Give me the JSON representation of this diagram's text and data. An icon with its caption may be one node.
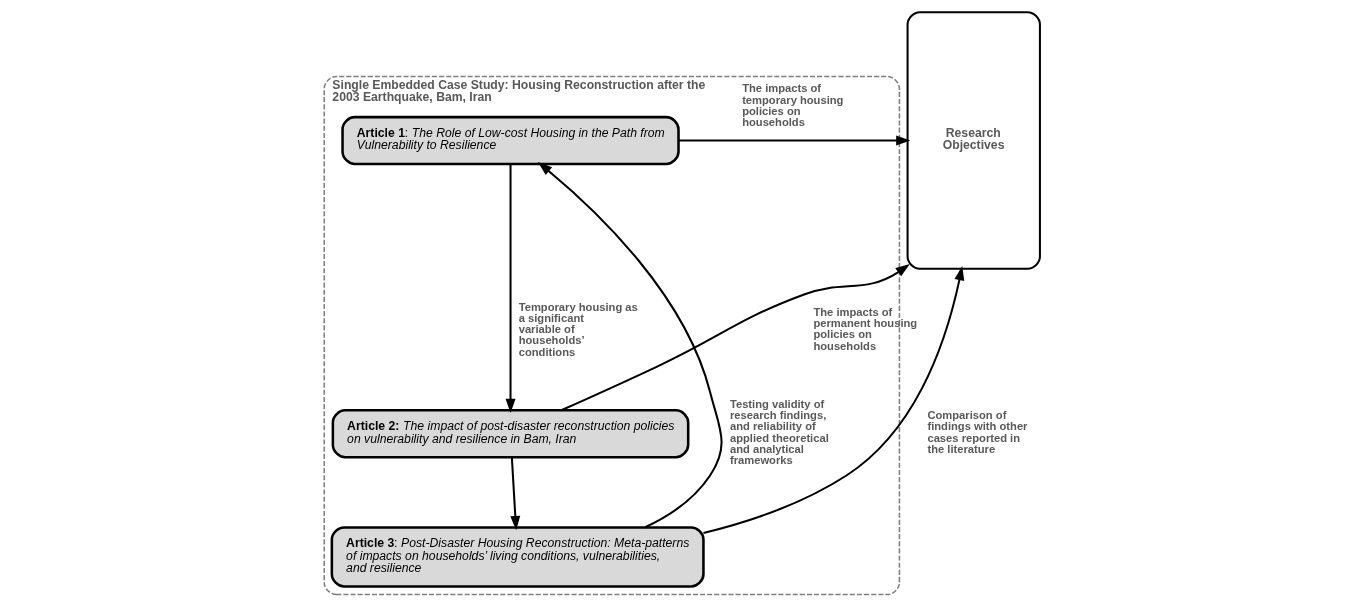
{
  "diagram": {
    "nodes": [
      {
        "text": [
          "Single Embedded Case Study: Housing Reconstruction after the 2003 Earthquake, Bam, Iran"
        ]
      },
      {
        "text": [
          "**Article 1**: *The Role of Low-cost Housing in the Path from Vulnerability to Resilience*"
        ],
        "in": 0
      },
      {
        "text": [
          "**Article 2:** *The impact of post-disaster reconstruction policies on vulnerability and resilience in Bam, Iran*"
        ],
        "in": 0
      },
      {
        "text": [
          "**Article 3**: *Post-Disaster Housing Reconstruction: Meta-patterns of impacts on households’ living conditions, vulnerabilities, and resilience*"
        ],
        "in": 0
      },
      {
        "text": [
          "Research Objectives"
        ]
      }
    ],
    "edges": [
      {
        "from": 1,
        "to": 4,
        "arrow": "to",
        "label": "The impacts of temporary housing policies on households"
      },
      {
        "from": 1,
        "to": 2,
        "arrow": "to",
        "label": "Temporary housing as a significant variable of households’ conditions"
      },
      {
        "from": 2,
        "to": 4,
        "arrow": "to",
        "label": "The impacts of permanent housing policies on households"
      },
      {
        "from": 2,
        "to": 3,
        "arrow": "to"
      },
      {
        "from": 3,
        "to": 4,
        "arrow": "to",
        "label": "Comparison of findings with other cases reported in the literature"
      },
      {
        "from": 3,
        "to": 0,
        "arrow": "to",
        "label": "Testing validity of research findings, and reliability of applied theoretical and analytical frameworks"
      }
    ]
  }
}
